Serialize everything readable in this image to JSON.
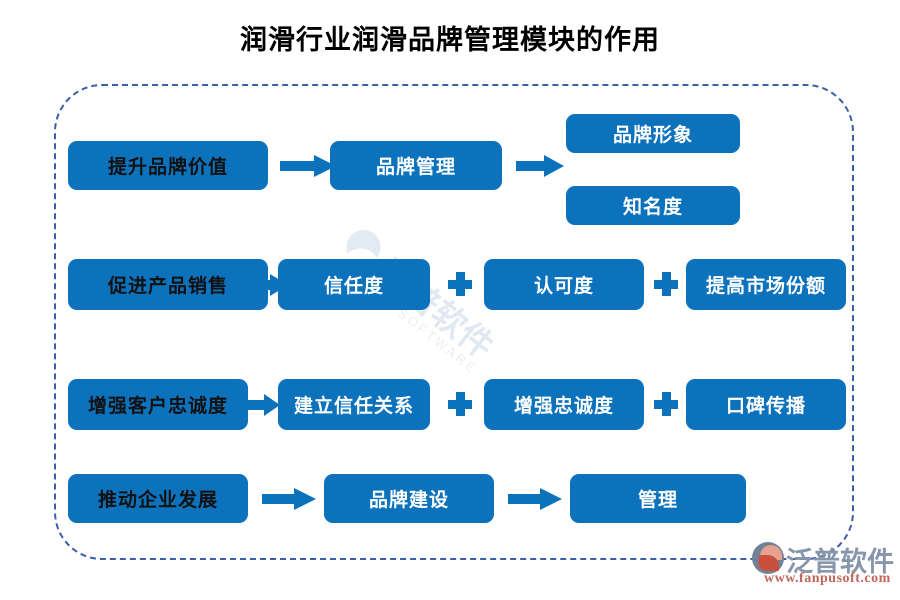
{
  "page": {
    "title": "润滑行业润滑品牌管理模块的作用",
    "accent_color": "#0c72bc",
    "frame_border_color": "#3b5fa8"
  },
  "watermark": {
    "cn": "泛普软件",
    "en": "FANPU SOFTWARE"
  },
  "logo": {
    "cn": "泛普软件",
    "url": "www.fanpusoft.com"
  },
  "flow": {
    "rows": [
      {
        "id": "row-1",
        "nodes": [
          {
            "label": "提升品牌价值",
            "text_style": "dark"
          },
          {
            "label": "品牌管理",
            "text_style": "light"
          },
          {
            "label": "品牌形象",
            "text_style": "light"
          },
          {
            "label": "知名度",
            "text_style": "light"
          }
        ],
        "connectors": [
          "arrow",
          "arrow"
        ]
      },
      {
        "id": "row-2",
        "nodes": [
          {
            "label": "促进产品销售",
            "text_style": "dark"
          },
          {
            "label": "信任度",
            "text_style": "light"
          },
          {
            "label": "认可度",
            "text_style": "light"
          },
          {
            "label": "提高市场份额",
            "text_style": "light"
          }
        ],
        "connectors": [
          "arrow",
          "plus",
          "plus"
        ]
      },
      {
        "id": "row-3",
        "nodes": [
          {
            "label": "增强客户忠诚度",
            "text_style": "dark"
          },
          {
            "label": "建立信任关系",
            "text_style": "light"
          },
          {
            "label": "增强忠诚度",
            "text_style": "light"
          },
          {
            "label": "口碑传播",
            "text_style": "light"
          }
        ],
        "connectors": [
          "arrow",
          "plus",
          "plus"
        ]
      },
      {
        "id": "row-4",
        "nodes": [
          {
            "label": "推动企业发展",
            "text_style": "dark"
          },
          {
            "label": "品牌建设",
            "text_style": "light"
          },
          {
            "label": "管理",
            "text_style": "light"
          }
        ],
        "connectors": [
          "arrow",
          "arrow"
        ]
      }
    ]
  }
}
